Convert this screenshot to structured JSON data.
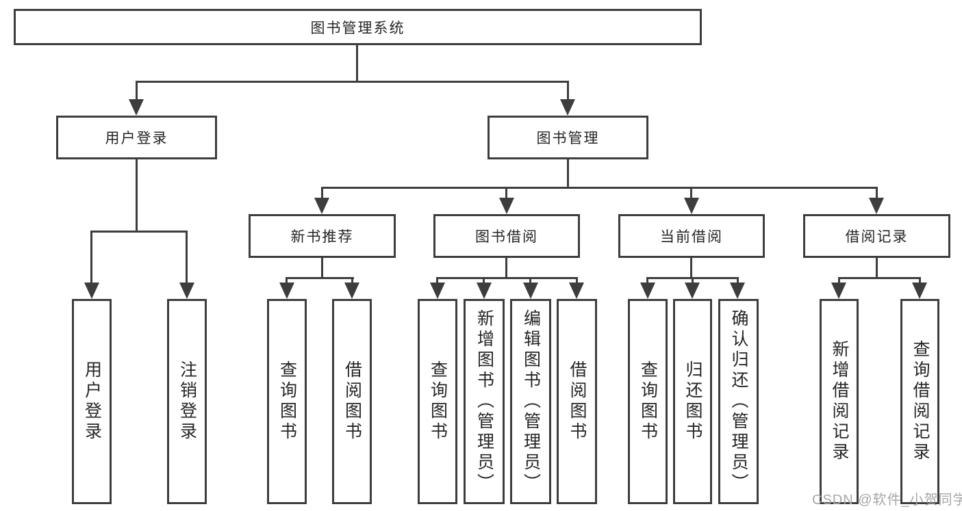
{
  "nodes": {
    "root": "图书管理系统",
    "user_login": "用户登录",
    "book_management": "图书管理",
    "new_book_recommendation": "新书推荐",
    "book_borrowing": "图书借阅",
    "current_borrowing": "当前借阅",
    "borrowing_records": "借阅记录",
    "user_login_action": "用户登录",
    "logout_action": "注销登录",
    "recommend_query_books": "查询图书",
    "recommend_borrow_books": "借阅图书",
    "borrow_query_books": "查询图书",
    "borrow_add_books": "新增图书（管理员）",
    "borrow_edit_books": "编辑图书（管理员）",
    "borrow_borrow_books": "借阅图书",
    "current_query_books": "查询图书",
    "current_return_books": "归还图书",
    "current_confirm_return": "确认归还（管理员）",
    "records_add_record": "新增借阅记录",
    "records_query_record": "查询借阅记录"
  },
  "watermark": "CSDN @软件_小贺同学",
  "colors": {
    "line": "#3d3d3d",
    "text": "#252525",
    "watermark": "#a6a6a6",
    "background": "#ffffff"
  }
}
